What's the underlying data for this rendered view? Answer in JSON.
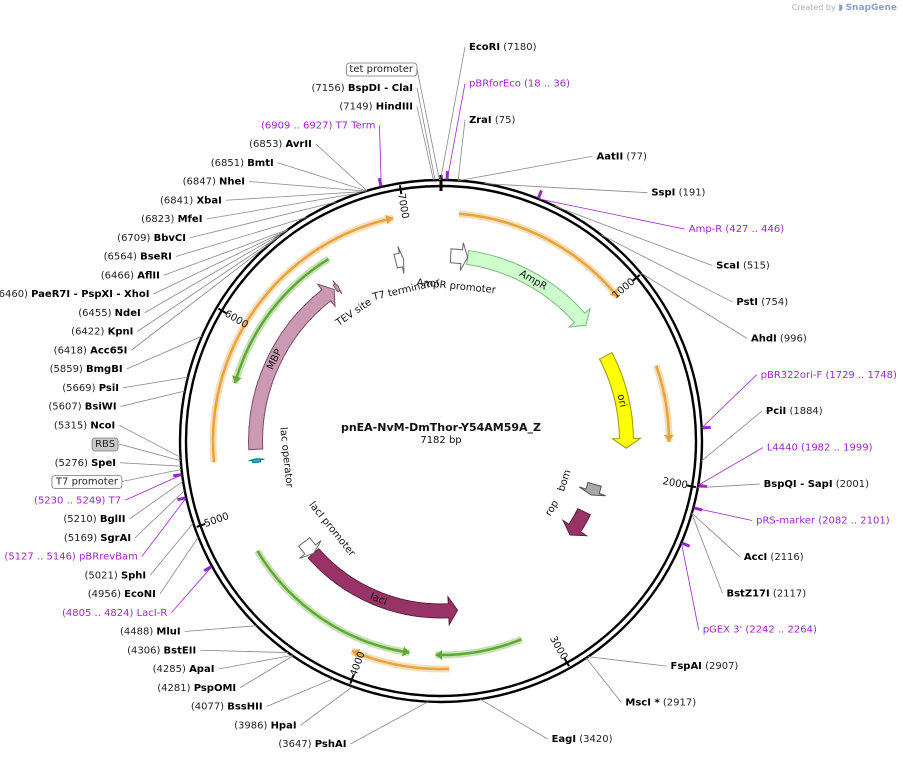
{
  "credit": {
    "prefix": "Created by",
    "brand": "SnapGene"
  },
  "plasmid": {
    "name": "pnEA-NvM-DmThor-Y54AM59A_Z",
    "length_label": "7182 bp",
    "length": 7182
  },
  "ticks": [
    {
      "bp": 1000,
      "label": "1000"
    },
    {
      "bp": 2000,
      "label": "2000"
    },
    {
      "bp": 3000,
      "label": "3000"
    },
    {
      "bp": 4000,
      "label": "4000"
    },
    {
      "bp": 5000,
      "label": "5000"
    },
    {
      "bp": 6000,
      "label": "6000"
    },
    {
      "bp": 7000,
      "label": "7000"
    }
  ],
  "right_labels": [
    {
      "kind": "enzyme",
      "pos": "(7180)",
      "name": "EcoRI",
      "bp": 7180
    },
    {
      "kind": "primer",
      "name": "pBRforEco",
      "range": "(18 .. 36)",
      "bp": 27
    },
    {
      "kind": "enzyme",
      "name": "ZraI",
      "pos": "(75)",
      "bp": 75
    },
    {
      "kind": "enzyme",
      "name": "AatII",
      "pos": "(77)",
      "bp": 77
    },
    {
      "kind": "enzyme",
      "name": "SspI",
      "pos": "(191)",
      "bp": 191
    },
    {
      "kind": "primer",
      "name": "Amp-R",
      "range": "(427 .. 446)",
      "bp": 436
    },
    {
      "kind": "enzyme",
      "name": "ScaI",
      "pos": "(515)",
      "bp": 515
    },
    {
      "kind": "enzyme",
      "name": "PstI",
      "pos": "(754)",
      "bp": 754
    },
    {
      "kind": "enzyme",
      "name": "AhdI",
      "pos": "(996)",
      "bp": 996
    },
    {
      "kind": "primer",
      "name": "pBR322ori-F",
      "range": "(1729 .. 1748)",
      "bp": 1738
    },
    {
      "kind": "enzyme",
      "name": "PciI",
      "pos": "(1884)",
      "bp": 1884
    },
    {
      "kind": "primer",
      "name": "L4440",
      "range": "(1982 .. 1999)",
      "bp": 1990
    },
    {
      "kind": "enzyme",
      "name": "BspQI",
      "extra": "SapI",
      "pos": "(2001)",
      "bp": 2001
    },
    {
      "kind": "primer",
      "name": "pRS-marker",
      "range": "(2082 .. 2101)",
      "bp": 2091
    },
    {
      "kind": "enzyme",
      "name": "AccI",
      "pos": "(2116)",
      "bp": 2116
    },
    {
      "kind": "enzyme",
      "name": "BstZ17I",
      "pos": "(2117)",
      "bp": 2117
    },
    {
      "kind": "primer",
      "name": "pGEX 3'",
      "range": "(2242 .. 2264)",
      "bp": 2253
    },
    {
      "kind": "enzyme",
      "name": "FspAI",
      "pos": "(2907)",
      "bp": 2907
    },
    {
      "kind": "enzyme",
      "name": "MscI *",
      "pos": "(2917)",
      "bp": 2917
    },
    {
      "kind": "enzyme",
      "name": "EagI",
      "pos": "(3420)",
      "bp": 3420
    }
  ],
  "left_labels": [
    {
      "kind": "enzyme",
      "name": "PshAI",
      "pos": "(3647)",
      "bp": 3647
    },
    {
      "kind": "enzyme",
      "name": "HpaI",
      "pos": "(3986)",
      "bp": 3986
    },
    {
      "kind": "enzyme",
      "name": "BssHII",
      "pos": "(4077)",
      "bp": 4077
    },
    {
      "kind": "enzyme",
      "name": "PspOMI",
      "pos": "(4281)",
      "bp": 4281
    },
    {
      "kind": "enzyme",
      "name": "ApaI",
      "pos": "(4285)",
      "bp": 4285
    },
    {
      "kind": "enzyme",
      "name": "BstEII",
      "pos": "(4306)",
      "bp": 4306
    },
    {
      "kind": "enzyme",
      "name": "MluI",
      "pos": "(4488)",
      "bp": 4488
    },
    {
      "kind": "primer",
      "name": "LacI-R",
      "range": "(4805 .. 4824)",
      "bp": 4814
    },
    {
      "kind": "enzyme",
      "name": "EcoNI",
      "pos": "(4956)",
      "bp": 4956
    },
    {
      "kind": "enzyme",
      "name": "SphI",
      "pos": "(5021)",
      "bp": 5021
    },
    {
      "kind": "primer",
      "name": "pBRrevBam",
      "range": "(5127 .. 5146)",
      "bp": 5136
    },
    {
      "kind": "enzyme",
      "name": "SgrAI",
      "pos": "(5169)",
      "bp": 5169
    },
    {
      "kind": "enzyme",
      "name": "BglII",
      "pos": "(5210)",
      "bp": 5210
    },
    {
      "kind": "primer",
      "name": "T7",
      "range": "(5230 .. 5249)",
      "bp": 5239
    },
    {
      "kind": "boxed",
      "name": "T7 promoter",
      "bp": 5262
    },
    {
      "kind": "enzyme",
      "name": "SpeI",
      "pos": "(5276)",
      "bp": 5276
    },
    {
      "kind": "boxed-gray",
      "name": "RBS",
      "bp": 5300
    },
    {
      "kind": "enzyme",
      "name": "NcoI",
      "pos": "(5315)",
      "bp": 5315
    },
    {
      "kind": "enzyme",
      "name": "BsiWI",
      "pos": "(5607)",
      "bp": 5607
    },
    {
      "kind": "enzyme",
      "name": "PsiI",
      "pos": "(5669)",
      "bp": 5669
    },
    {
      "kind": "enzyme",
      "name": "BmgBI",
      "pos": "(5859)",
      "bp": 5859
    },
    {
      "kind": "enzyme",
      "name": "Acc65I",
      "pos": "(6418)",
      "bp": 6418
    },
    {
      "kind": "enzyme",
      "name": "KpnI",
      "pos": "(6422)",
      "bp": 6422
    },
    {
      "kind": "enzyme",
      "name": "NdeI",
      "pos": "(6455)",
      "bp": 6455
    },
    {
      "kind": "enzyme",
      "name": "PaeR7I",
      "extra": "PspXI",
      "extra2": "XhoI",
      "pos": "(6460)",
      "bp": 6460
    },
    {
      "kind": "enzyme",
      "name": "AflII",
      "pos": "(6466)",
      "bp": 6466
    },
    {
      "kind": "enzyme",
      "name": "BseRI",
      "pos": "(6564)",
      "bp": 6564
    },
    {
      "kind": "enzyme",
      "name": "BbvCI",
      "pos": "(6709)",
      "bp": 6709
    },
    {
      "kind": "enzyme",
      "name": "MfeI",
      "pos": "(6823)",
      "bp": 6823
    },
    {
      "kind": "enzyme",
      "name": "XbaI",
      "pos": "(6841)",
      "bp": 6841
    },
    {
      "kind": "enzyme",
      "name": "NheI",
      "pos": "(6847)",
      "bp": 6847
    },
    {
      "kind": "enzyme",
      "name": "BmtI",
      "pos": "(6851)",
      "bp": 6851
    },
    {
      "kind": "enzyme",
      "name": "AvrII",
      "pos": "(6853)",
      "bp": 6853
    },
    {
      "kind": "primer",
      "name": "T7 Term",
      "range": "(6909 .. 6927)",
      "bp": 6918
    },
    {
      "kind": "enzyme",
      "name": "HindIII",
      "pos": "(7149)",
      "bp": 7149
    },
    {
      "kind": "enzyme",
      "name": "BspDI",
      "extra": "ClaI",
      "pos": "(7156)",
      "bp": 7156
    },
    {
      "kind": "boxed",
      "name": "tet promoter",
      "bp": 7175
    }
  ],
  "features": [
    {
      "name": "AmpR",
      "start": 165,
      "end": 1025,
      "color": "#ccffcc",
      "stroke": "#7dba7d",
      "radius": 0.68,
      "label": "AmpR"
    },
    {
      "name": "AmpR promoter",
      "start": 60,
      "end": 165,
      "color": "#ffffff",
      "stroke": "#666666",
      "radius": 0.68,
      "label": "AmpR promoter"
    },
    {
      "name": "ori",
      "start": 1250,
      "end": 1840,
      "color": "#ffff00",
      "stroke": "#9a9a00",
      "radius": 0.68,
      "label": "ori"
    },
    {
      "name": "bom",
      "start": 2110,
      "end": 2190,
      "color": "#a8a9ad",
      "stroke": "#555555",
      "radius": 0.58,
      "label": "bom"
    },
    {
      "name": "rop",
      "start": 2320,
      "end": 2515,
      "color": "#993366",
      "stroke": "#5a1f3d",
      "radius": 0.58,
      "label": "rop"
    },
    {
      "name": "lacI",
      "start": 4560,
      "end": 3480,
      "color": "#993366",
      "stroke": "#5a1f3d",
      "radius": 0.62,
      "label": "lacI"
    },
    {
      "name": "lacI promoter",
      "start": 4660,
      "end": 4560,
      "color": "#ffffff",
      "stroke": "#666666",
      "radius": 0.62,
      "label": "lacI promoter"
    },
    {
      "name": "lac operator",
      "start": 5255,
      "end": 5277,
      "color": "#00bcd4",
      "stroke": "#006f7d",
      "radius": 0.68,
      "label": "lac operator"
    },
    {
      "name": "MBP",
      "start": 5335,
      "end": 6480,
      "color": "#cc99b3",
      "stroke": "#7a4d63",
      "radius": 0.68,
      "label": "MBP"
    },
    {
      "name": "TEV site",
      "start": 6490,
      "end": 6511,
      "color": "#cc99b3",
      "stroke": "#7a4d63",
      "radius": 0.68,
      "label": "TEV site"
    },
    {
      "name": "T7 terminator",
      "start": 6900,
      "end": 6950,
      "color": "#ffffff",
      "stroke": "#666666",
      "radius": 0.68,
      "label": "T7 terminator"
    }
  ],
  "orfs": [
    {
      "start": 90,
      "end": 1015,
      "color": "#e8a33c",
      "level": 0
    },
    {
      "start": 1410,
      "end": 1800,
      "color": "#e8a33c",
      "level": 0
    },
    {
      "start": 3550,
      "end": 4050,
      "color": "#e8a33c",
      "level": 0
    },
    {
      "start": 5280,
      "end": 6940,
      "color": "#e8a33c",
      "level": 0
    },
    {
      "start": 3150,
      "end": 3620,
      "color": "#5fa832",
      "level": 1
    },
    {
      "start": 4770,
      "end": 3760,
      "color": "#5fa832",
      "level": 1
    },
    {
      "start": 6550,
      "end": 5700,
      "color": "#5fa832",
      "level": 1
    }
  ],
  "colors": {
    "backbone": "#000000",
    "primer": "#9c27c9",
    "enzyme_line": "#888888"
  }
}
